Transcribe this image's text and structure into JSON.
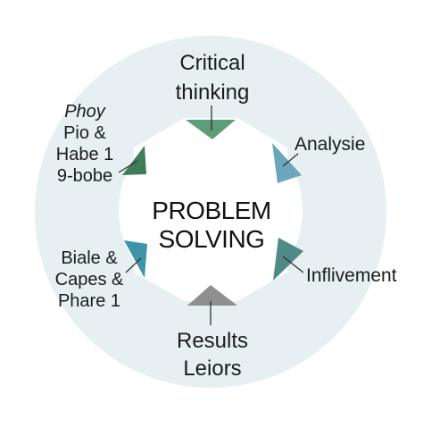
{
  "center_title": "PROBLEM SOLVING",
  "labels": {
    "top": [
      "Critical",
      "thinking"
    ],
    "upper_right": "Analysie",
    "lower_right": "Inflivement",
    "bottom": [
      "Results",
      "Leiors"
    ],
    "upper_left": [
      "Phoy",
      "Pio &",
      "Habe 1",
      "9-bobe"
    ],
    "lower_left": [
      "Biale &",
      "Capes &",
      "Phare 1"
    ]
  },
  "colors": {
    "ring": "#e6eff2",
    "top_marker": "#5b9e77",
    "upper_right_marker": "#6aa7bd",
    "lower_right_marker": "#4f8a86",
    "bottom_marker": "#8f8f8f",
    "upper_left_marker": "#3f7d5a",
    "lower_left_marker": "#3b95a6"
  }
}
